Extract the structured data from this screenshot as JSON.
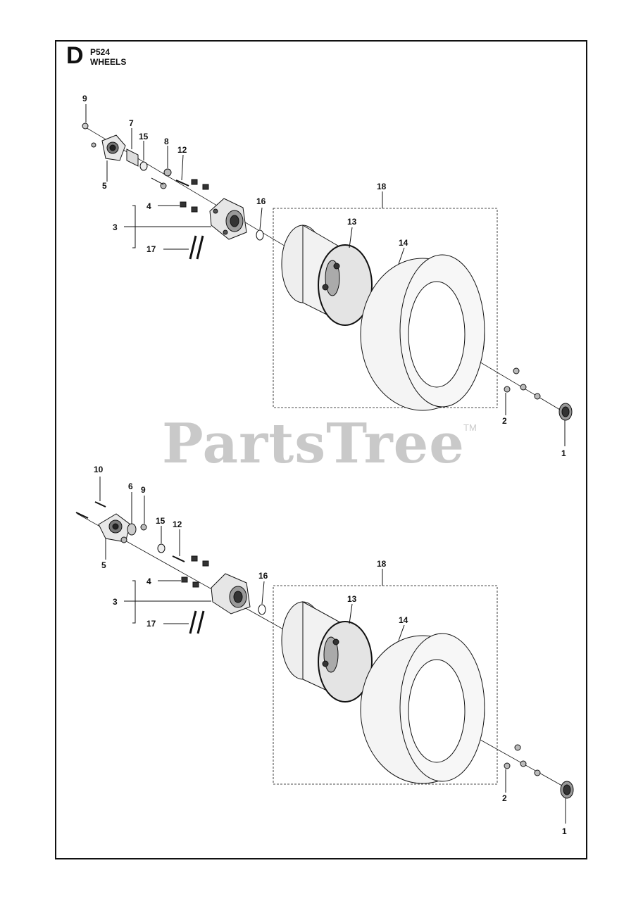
{
  "header": {
    "section_letter": "D",
    "model": "P524",
    "title": "WHEELS"
  },
  "watermark": {
    "text": "PartsTree",
    "trademark": "TM"
  },
  "upper_assembly": {
    "callouts": [
      "9",
      "7",
      "15",
      "8",
      "12",
      "5",
      "4",
      "3",
      "17",
      "16",
      "18",
      "13",
      "14",
      "2",
      "1"
    ]
  },
  "lower_assembly": {
    "callouts": [
      "10",
      "6",
      "9",
      "15",
      "12",
      "5",
      "4",
      "3",
      "17",
      "16",
      "18",
      "13",
      "14",
      "2",
      "1"
    ]
  },
  "colors": {
    "line": "#111111",
    "watermark": "#c9c9c9",
    "tire_fill": "#f4f4f4"
  }
}
